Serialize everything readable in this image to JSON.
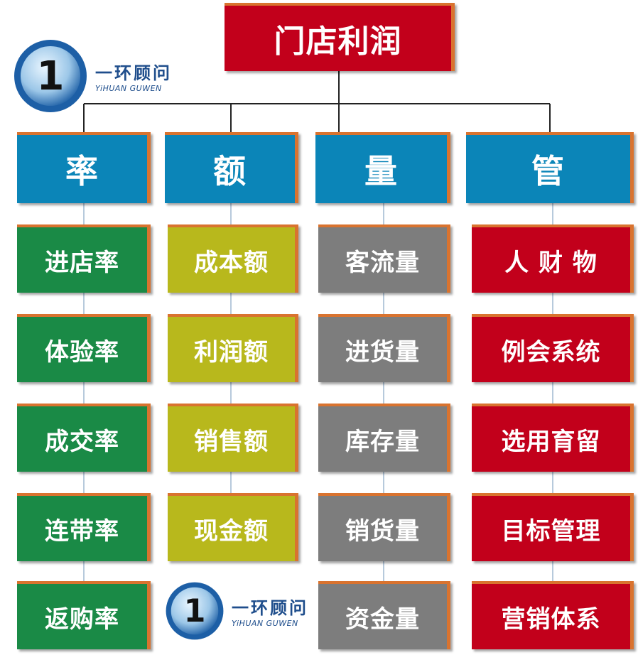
{
  "title": "门店利润",
  "categories": [
    {
      "label": "率",
      "items": [
        "进店率",
        "体验率",
        "成交率",
        "连带率",
        "返购率"
      ]
    },
    {
      "label": "额",
      "items": [
        "成本额",
        "利润额",
        "销售额",
        "现金额"
      ]
    },
    {
      "label": "量",
      "items": [
        "客流量",
        "进货量",
        "库存量",
        "销货量",
        "资金量"
      ]
    },
    {
      "label": "管",
      "items": [
        "人 财 物",
        "例会系统",
        "选用育留",
        "目标管理",
        "营销体系"
      ]
    }
  ],
  "logo": {
    "number": "1",
    "name_cn": "一环顾问",
    "name_en": "YiHUAN GUWEN"
  },
  "colors": {
    "title": "#c2001b",
    "category": "#0b85b8",
    "rate": "#1a8a46",
    "amount": "#b8b81c",
    "volume": "#7d7d7d",
    "management": "#c2001b",
    "edge": "#d9732f",
    "logo": "#1f4e8c"
  }
}
